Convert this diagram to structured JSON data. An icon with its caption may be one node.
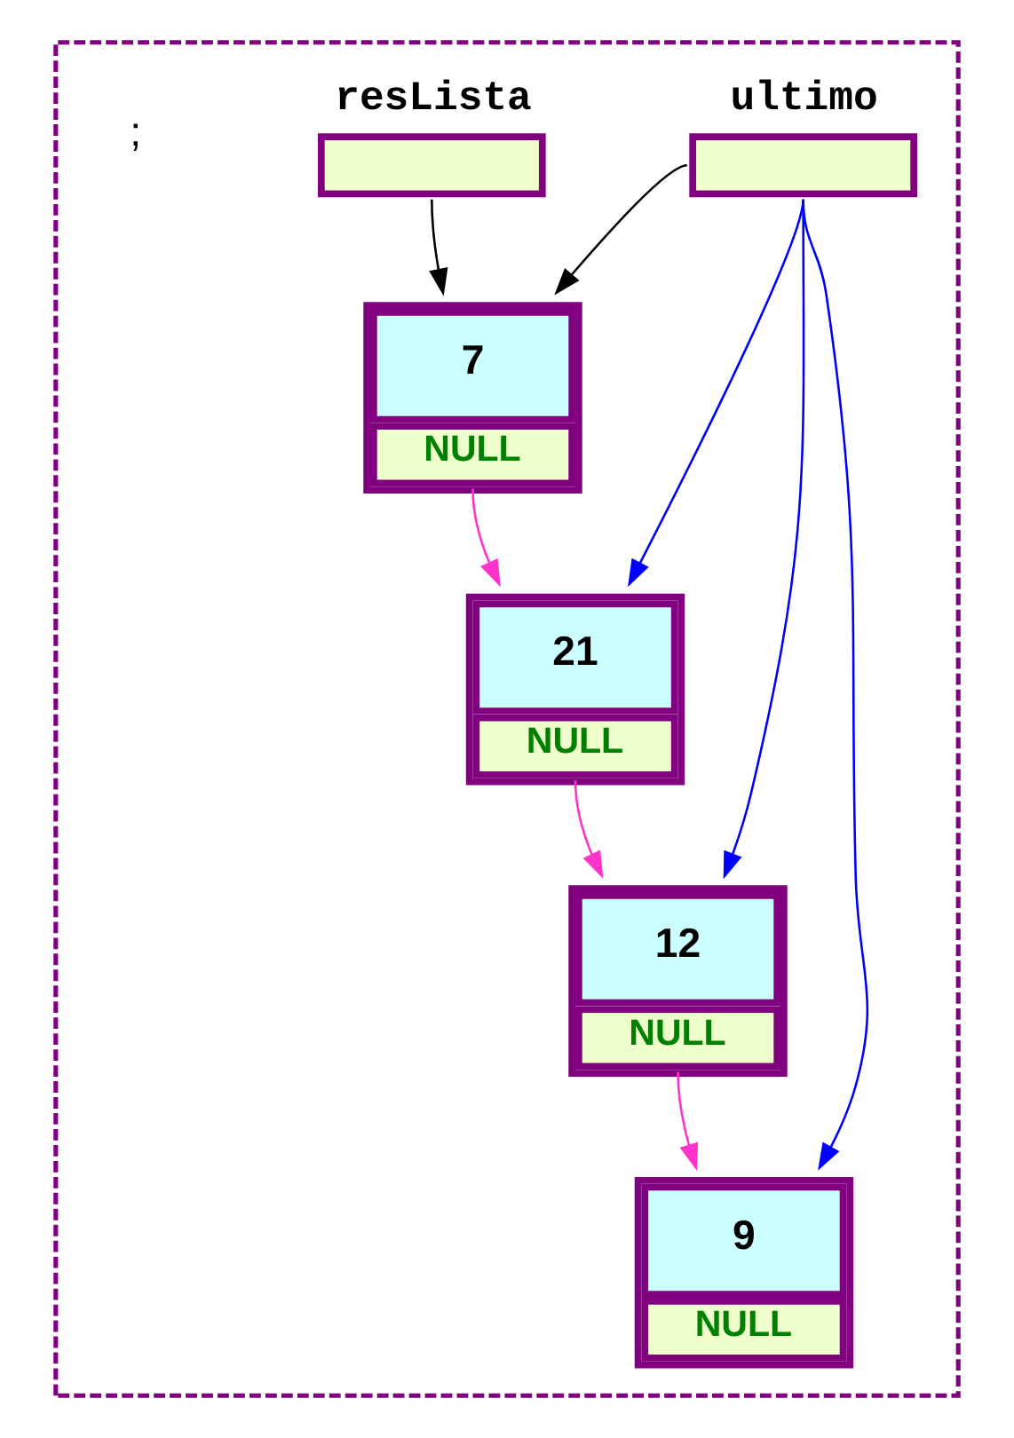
{
  "diagram": {
    "nodes": [
      {
        "text": [],
        "shape": "box"
      },
      {
        "text": [
          "resLista"
        ],
        "in": 0
      },
      {
        "text": [
          "ultimo"
        ],
        "in": 0
      },
      {
        "text": [
          "7",
          "NULL"
        ],
        "in": 0
      },
      {
        "text": [
          "21",
          "NULL"
        ],
        "in": 0
      },
      {
        "text": [
          "12",
          "NULL"
        ],
        "in": 0
      },
      {
        "text": [
          "9",
          "NULL"
        ],
        "in": 0
      }
    ],
    "edges": [
      {
        "from": 1,
        "to": 3,
        "arrow": "to",
        "color": "#000000"
      },
      {
        "from": 2,
        "to": 3,
        "arrow": "to",
        "color": "#000000"
      },
      {
        "from": 2,
        "to": 4,
        "arrow": "to",
        "color": "#0000ff"
      },
      {
        "from": 2,
        "to": 5,
        "arrow": "to",
        "color": "#0000ff"
      },
      {
        "from": 2,
        "to": 6,
        "arrow": "to",
        "color": "#0000ff"
      },
      {
        "from": 3,
        "to": 4,
        "arrow": "to",
        "color": "#ff33cc"
      },
      {
        "from": 4,
        "to": 5,
        "arrow": "to",
        "color": "#ff33cc"
      },
      {
        "from": 5,
        "to": 6,
        "arrow": "to",
        "color": "#ff33cc"
      }
    ],
    "labels": [
      ";"
    ]
  }
}
